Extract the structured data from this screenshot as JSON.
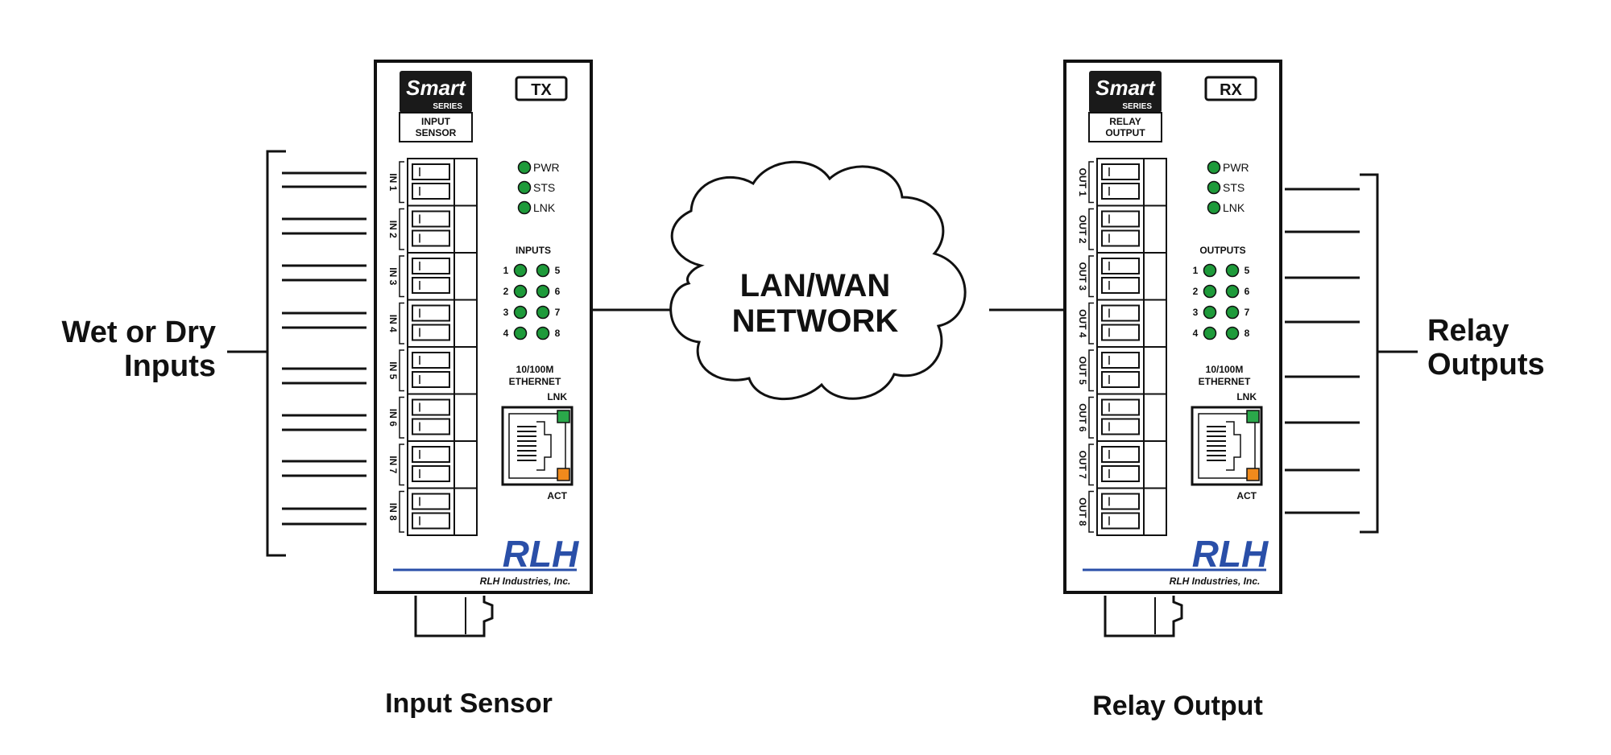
{
  "left_side_label": [
    "Wet or Dry",
    "Inputs"
  ],
  "right_side_label": [
    "Relay",
    "Outputs"
  ],
  "cloud_label": [
    "LAN/WAN",
    "NETWORK"
  ],
  "left_caption": "Input Sensor",
  "right_caption": "Relay Output",
  "devices": [
    {
      "id": "tx",
      "smart": "Smart",
      "series": "SERIES",
      "type_lines": [
        "INPUT",
        "SENSOR"
      ],
      "mode": "TX",
      "status_leds": [
        "PWR",
        "STS",
        "LNK"
      ],
      "io_heading": "INPUTS",
      "io_numbers_left": [
        "1",
        "2",
        "3",
        "4"
      ],
      "io_numbers_right": [
        "5",
        "6",
        "7",
        "8"
      ],
      "terminals": [
        "IN 1",
        "IN 2",
        "IN 3",
        "IN 4",
        "IN 5",
        "IN 6",
        "IN 7",
        "IN 8"
      ],
      "ethernet": [
        "10/100M",
        "ETHERNET"
      ],
      "lnk": "LNK",
      "act": "ACT",
      "logo": "RLH",
      "company": "RLH Industries, Inc."
    },
    {
      "id": "rx",
      "smart": "Smart",
      "series": "SERIES",
      "type_lines": [
        "RELAY",
        "OUTPUT"
      ],
      "mode": "RX",
      "status_leds": [
        "PWR",
        "STS",
        "LNK"
      ],
      "io_heading": "OUTPUTS",
      "io_numbers_left": [
        "1",
        "2",
        "3",
        "4"
      ],
      "io_numbers_right": [
        "5",
        "6",
        "7",
        "8"
      ],
      "terminals": [
        "OUT 1",
        "OUT 2",
        "OUT 3",
        "OUT 4",
        "OUT 5",
        "OUT 6",
        "OUT 7",
        "OUT 8"
      ],
      "ethernet": [
        "10/100M",
        "ETHERNET"
      ],
      "lnk": "LNK",
      "act": "ACT",
      "logo": "RLH",
      "company": "RLH Industries, Inc."
    }
  ],
  "colors": {
    "led_green": "#1e9a3a",
    "link_green": "#2aa84a",
    "act_orange": "#f08a1c",
    "logo_blue": "#2a4fa8",
    "badge_black": "#1a1a1a"
  }
}
